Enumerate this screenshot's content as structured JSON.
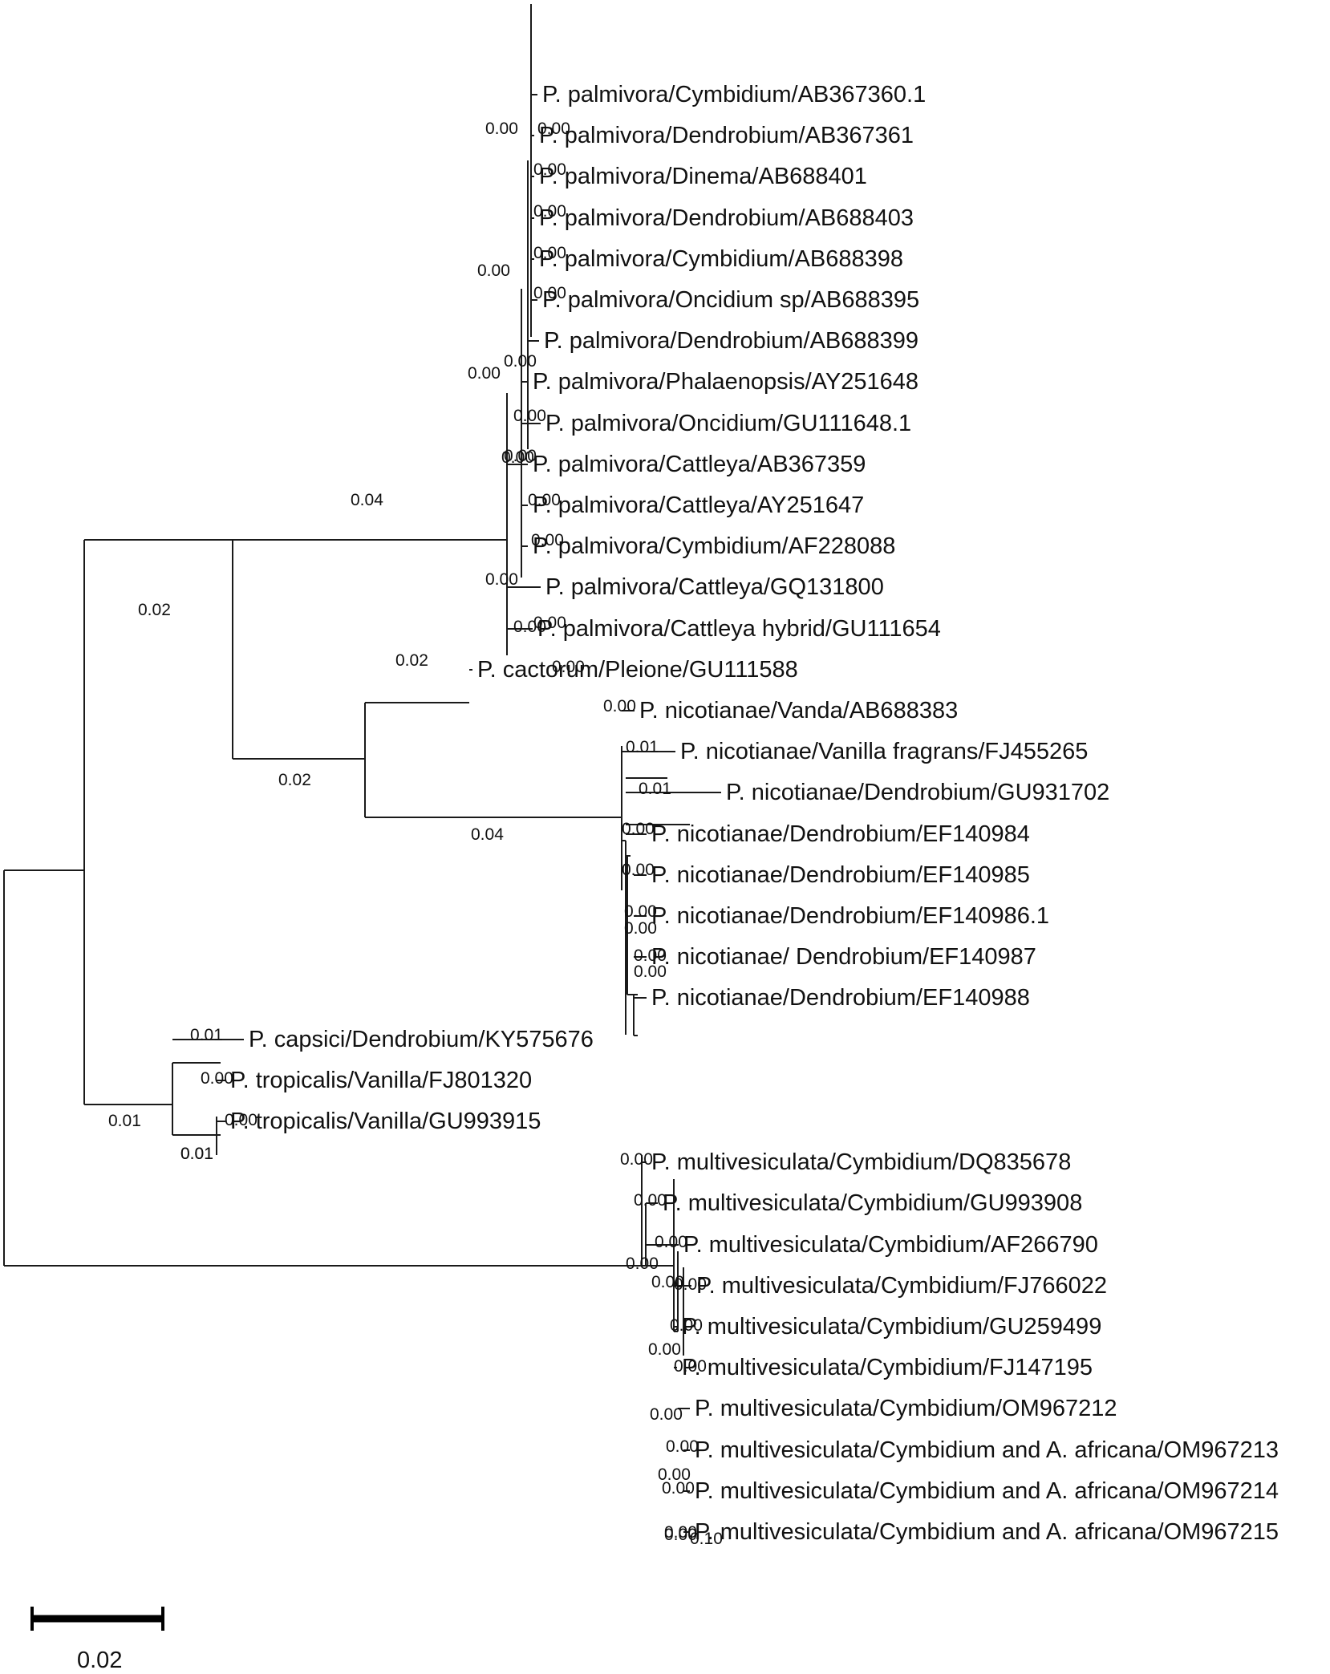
{
  "taxa": [
    "P. palmivora/Cymbidium/AB367360.1",
    "P. palmivora/Dendrobium/AB367361",
    "P. palmivora/Dinema/AB688401",
    "P. palmivora/Dendrobium/AB688403",
    "P. palmivora/Cymbidium/AB688398",
    "P. palmivora/Oncidium sp/AB688395",
    "P. palmivora/Dendrobium/AB688399",
    "P. palmivora/Phalaenopsis/AY251648",
    "P. palmivora/Oncidium/GU111648.1",
    "P. palmivora/Cattleya/AB367359",
    "P. palmivora/Cattleya/AY251647",
    "P. palmivora/Cymbidium/AF228088",
    "P. palmivora/Cattleya/GQ131800",
    "P. palmivora/Cattleya hybrid/GU111654",
    "P. cactorum/Pleione/GU111588",
    "P. nicotianae/Vanda/AB688383",
    "P. nicotianae/Vanilla fragrans/FJ455265",
    "P. nicotianae/Dendrobium/GU931702",
    "P. nicotianae/Dendrobium/EF140984",
    "P. nicotianae/Dendrobium/EF140985",
    "P. nicotianae/Dendrobium/EF140986.1",
    "P. nicotianae/ Dendrobium/EF140987",
    "P. nicotianae/Dendrobium/EF140988",
    "P. capsici/Dendrobium/KY575676",
    "P. tropicalis/Vanilla/FJ801320",
    "P. tropicalis/Vanilla/GU993915",
    "P. multivesiculata/Cymbidium/DQ835678",
    "P. multivesiculata/Cymbidium/GU993908",
    "P. multivesiculata/Cymbidium/AF266790",
    "P. multivesiculata/Cymbidium/FJ766022",
    "P. multivesiculata/Cymbidium/GU259499",
    "P. multivesiculata/Cymbidium/FJ147195",
    "P. multivesiculata/Cymbidium/OM967212",
    "P. multivesiculata/Cymbidium and A. africana/OM967213",
    "P. multivesiculata/Cymbidium and A. africana/OM967214",
    "P. multivesiculata/Cymbidium and A. africana/OM967215"
  ],
  "branch_labels": [
    "0.00",
    "0.00",
    "0.00",
    "0.00",
    "0.00",
    "0.00",
    "0.00",
    "0.00",
    "0.00",
    "0.00",
    "0.00",
    "0.00",
    "0.00",
    "0.00",
    "0.00",
    "0.00",
    "0.00",
    "0.00",
    "0.04",
    "0.02",
    "0.02",
    "0.02",
    "0.04",
    "0.00",
    "0.01",
    "0.01",
    "0.00",
    "0.00",
    "0.00",
    "0.00",
    "0.00",
    "0.00",
    "0.01",
    "0.00",
    "0.00",
    "0.01",
    "0.01",
    "0.01",
    "0.00",
    "0.00",
    "0.00",
    "0.00",
    "0.00",
    "0.00",
    "0.00",
    "0.00",
    "0.00",
    "0.00",
    "0.00",
    "0.00",
    "0.00",
    "0.00",
    "0.00",
    "0.10"
  ],
  "scale_bar": {
    "label": "0.02"
  }
}
